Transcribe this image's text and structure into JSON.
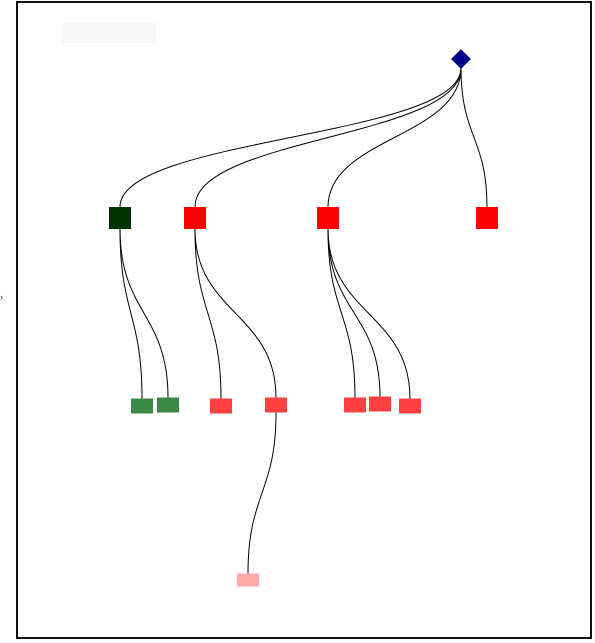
{
  "diagram": {
    "type": "tree",
    "edge_color": "#000000",
    "root": {
      "id": "root",
      "shape": "diamond",
      "color": "#00008b"
    },
    "nodes": [
      {
        "id": "a",
        "parent": "root",
        "color": "#003300"
      },
      {
        "id": "b",
        "parent": "root",
        "color": "#ff0000"
      },
      {
        "id": "c",
        "parent": "root",
        "color": "#ff0000"
      },
      {
        "id": "d",
        "parent": "root",
        "color": "#ff0000"
      },
      {
        "id": "a1",
        "parent": "a",
        "color": "#3a8a45"
      },
      {
        "id": "a2",
        "parent": "a",
        "color": "#3a8a45"
      },
      {
        "id": "b1",
        "parent": "b",
        "color": "#ff4040"
      },
      {
        "id": "b2",
        "parent": "b",
        "color": "#ff4040"
      },
      {
        "id": "c1",
        "parent": "c",
        "color": "#ff4040"
      },
      {
        "id": "c2",
        "parent": "c",
        "color": "#ff4040"
      },
      {
        "id": "c3",
        "parent": "c",
        "color": "#ff4040"
      },
      {
        "id": "b21",
        "parent": "b2",
        "color": "#ffa8a8"
      }
    ]
  },
  "left_mark": "›"
}
